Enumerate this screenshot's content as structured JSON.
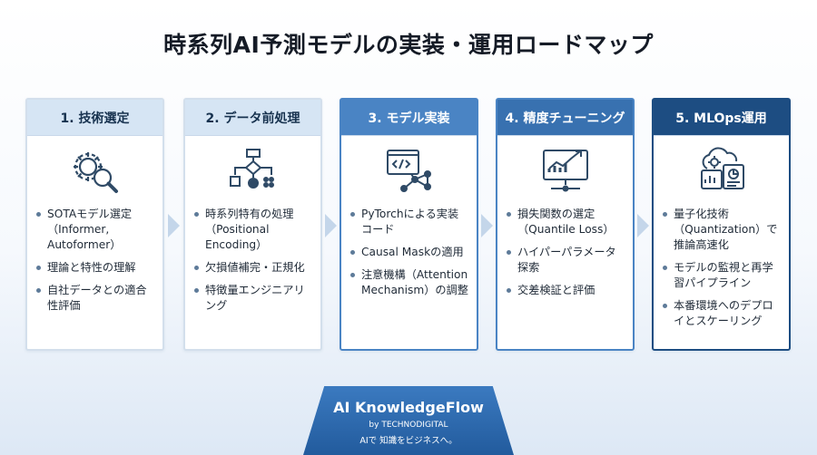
{
  "title": "時系列AI予測モデルの実装・運用ロードマップ",
  "steps": [
    {
      "label": "1. 技術選定",
      "icon": "gear-magnifier-icon",
      "bullets": [
        "SOTAモデル選定（Informer, Autoformer）",
        "理論と特性の理解",
        "自社データとの適合性評価"
      ]
    },
    {
      "label": "2. データ前処理",
      "icon": "flowchart-icon",
      "bullets": [
        "時系列特有の処理（Positional Encoding）",
        "欠損値補完・正規化",
        "特徴量エンジニアリング"
      ]
    },
    {
      "label": "3. モデル実装",
      "icon": "code-network-icon",
      "bullets": [
        "PyTorchによる実装コード",
        "Causal Maskの適用",
        "注意機構（Attention Mechanism）の調整"
      ]
    },
    {
      "label": "4. 精度チューニング",
      "icon": "trend-chart-icon",
      "bullets": [
        "損失関数の選定（Quantile Loss）",
        "ハイパーパラメータ探索",
        "交差検証と評価"
      ]
    },
    {
      "label": "5. MLOps運用",
      "icon": "cloud-dashboard-icon",
      "bullets": [
        "量子化技術（Quantization）で推論高速化",
        "モデルの監視と再学習パイプライン",
        "本番環境へのデプロイとスケーリング"
      ]
    }
  ],
  "brand": {
    "name": "AI KnowledgeFlow",
    "by": "by TECHNODIGITAL",
    "tagline": "AIで 知識をビジネスへ。"
  },
  "colors": {
    "light_head": "#d6e5f4",
    "mid_blue": "#4a84c4",
    "blue": "#3871b0",
    "dark_blue": "#1d4d82",
    "icon_stroke": "#2f4a66"
  }
}
